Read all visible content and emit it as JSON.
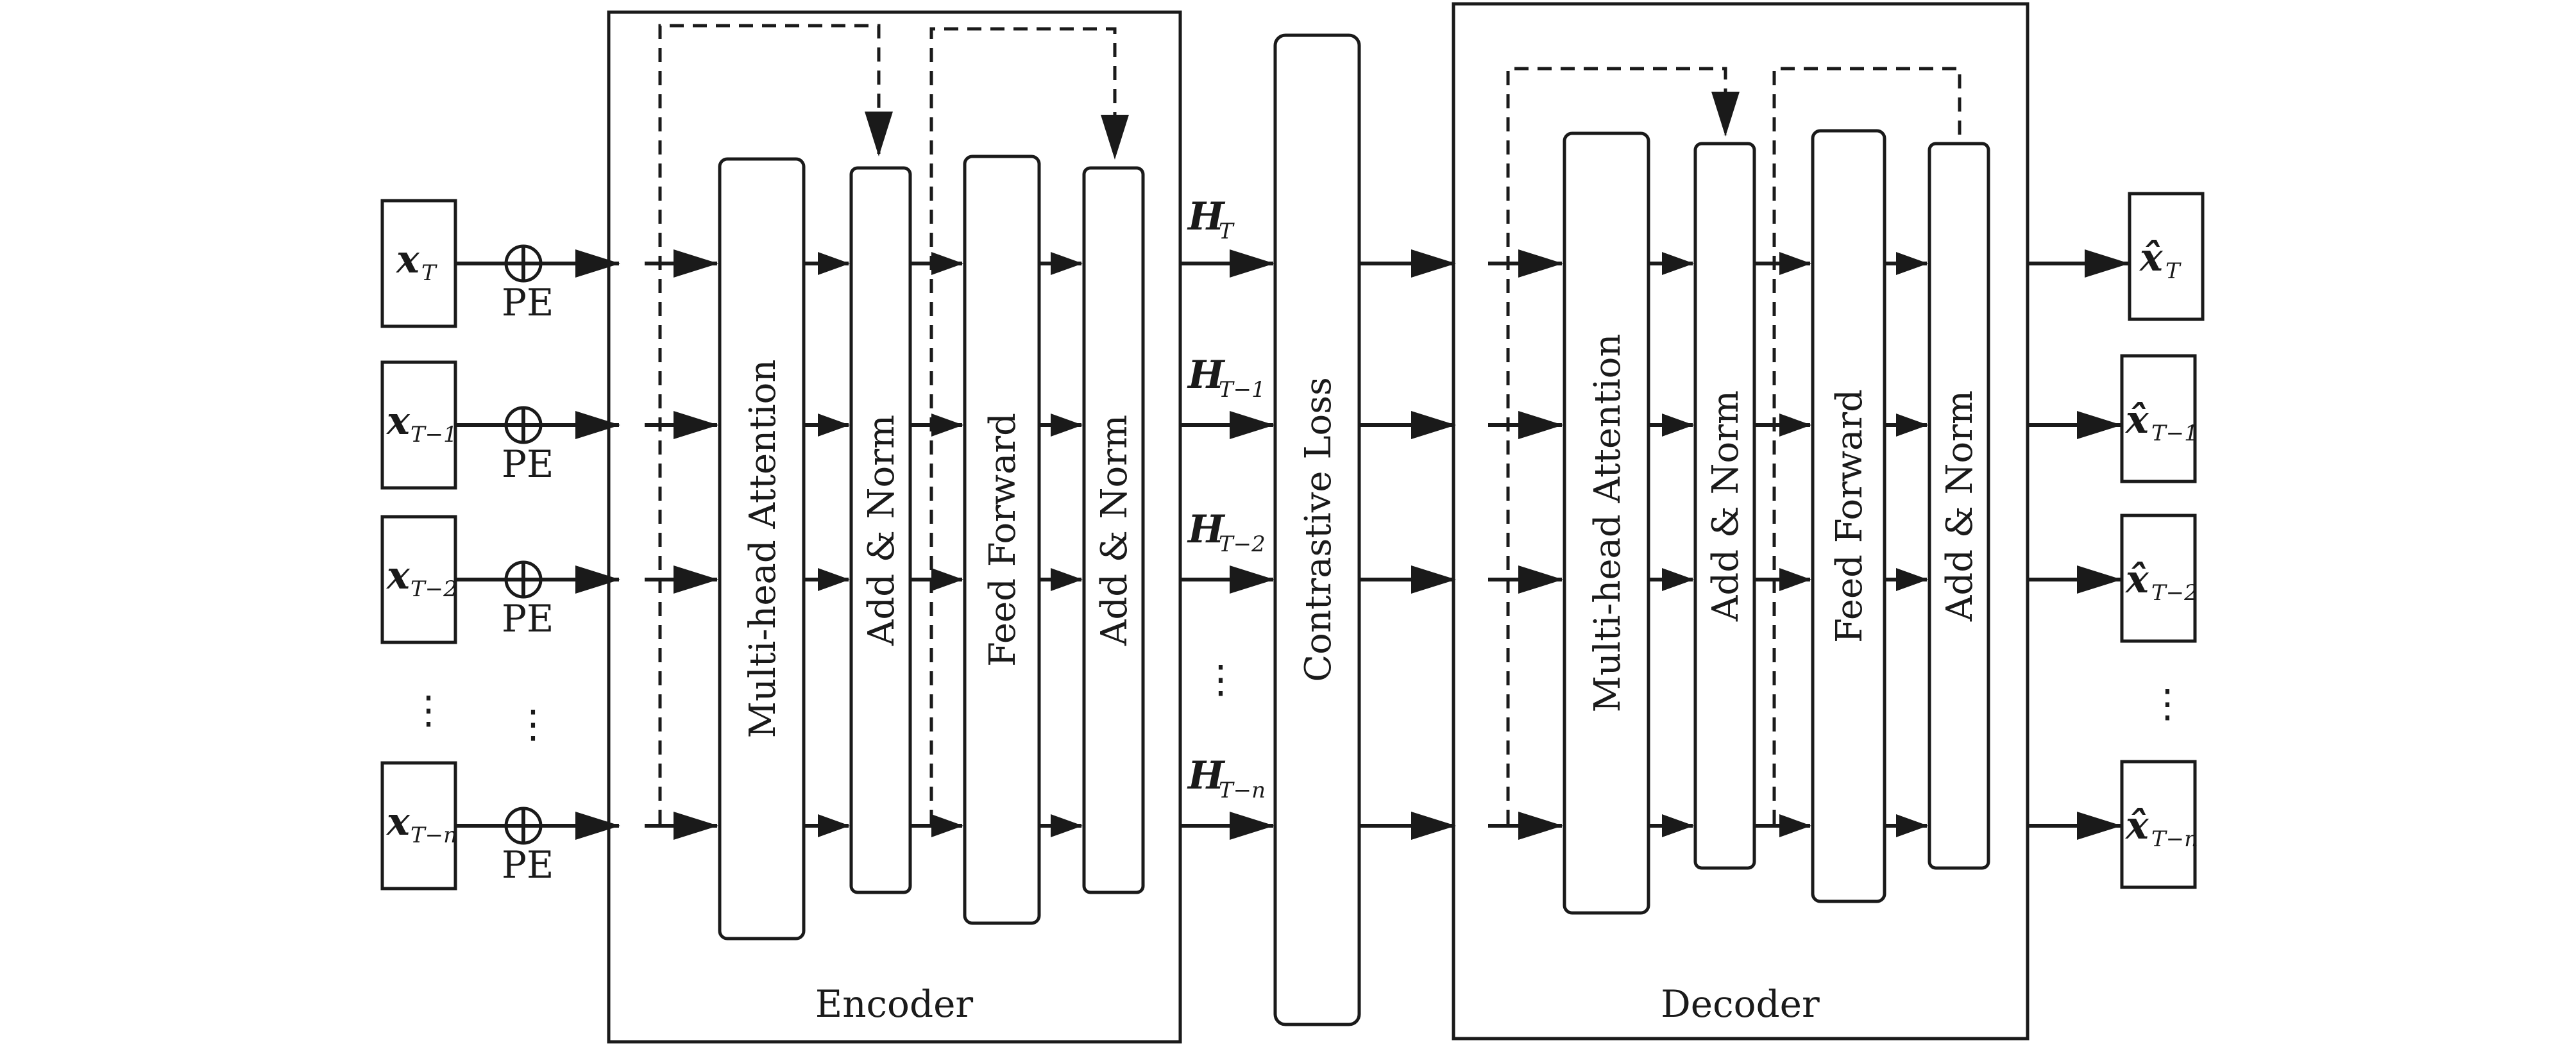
{
  "encoder": {
    "label": "Encoder",
    "blocks": [
      "Multi-head Attention",
      "Add & Norm",
      "Feed Forward",
      "Add & Norm"
    ]
  },
  "decoder": {
    "label": "Decoder",
    "blocks": [
      "Multi-head Attention",
      "Add & Norm",
      "Feed Forward",
      "Add & Norm"
    ]
  },
  "contrastive_loss": "Contrastive Loss",
  "pe_label": "PE",
  "ellipsis": "⋮",
  "inputs": [
    {
      "symbol": "x",
      "subscript": "T"
    },
    {
      "symbol": "x",
      "subscript": "T−1"
    },
    {
      "symbol": "x",
      "subscript": "T−2"
    },
    {
      "symbol": "x",
      "subscript": "T−n"
    }
  ],
  "hidden": [
    {
      "symbol": "H",
      "subscript": "T"
    },
    {
      "symbol": "H",
      "subscript": "T−1"
    },
    {
      "symbol": "H",
      "subscript": "T−2"
    },
    {
      "symbol": "H",
      "subscript": "T−n"
    }
  ],
  "outputs": [
    {
      "symbol": "x̂",
      "subscript": "T"
    },
    {
      "symbol": "x̂",
      "subscript": "T−1"
    },
    {
      "symbol": "x̂",
      "subscript": "T−2"
    },
    {
      "symbol": "x̂",
      "subscript": "T−n"
    }
  ]
}
